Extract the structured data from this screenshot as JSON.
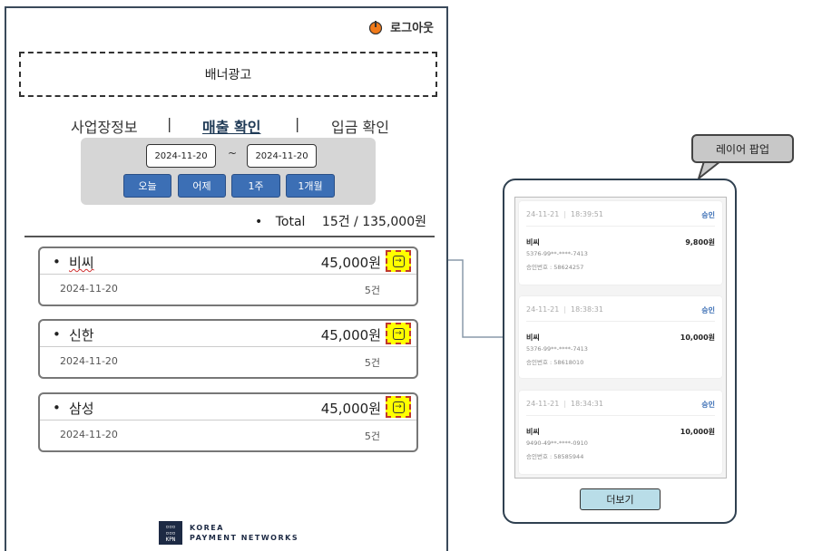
{
  "header": {
    "logout_label": "로그아웃"
  },
  "banner": {
    "label": "배너광고"
  },
  "tabs": [
    {
      "label": "사업장정보"
    },
    {
      "label": "매출 확인"
    },
    {
      "label": "입금 확인"
    }
  ],
  "tab_separator": "|",
  "date_filter": {
    "start": "2024-11-20",
    "tilde": "~",
    "end": "2024-11-20"
  },
  "period_buttons": [
    "오늘",
    "어제",
    "1주",
    "1개월"
  ],
  "summary": {
    "bullet": "•",
    "label": "Total",
    "value": "15건 / 135,000원"
  },
  "cards": [
    {
      "bullet": "•",
      "name": "비씨",
      "amount": "45,000원",
      "date": "2024-11-20",
      "count": "5건"
    },
    {
      "bullet": "•",
      "name": "신한",
      "amount": "45,000원",
      "date": "2024-11-20",
      "count": "5건"
    },
    {
      "bullet": "•",
      "name": "삼성",
      "amount": "45,000원",
      "date": "2024-11-20",
      "count": "5건"
    }
  ],
  "arrow_glyph": "→",
  "footer": {
    "logo_mark": [
      "▫▫▫",
      "▫▫▫",
      "KPN"
    ],
    "line1": "KOREA",
    "line2": "PAYMENT NETWORKS"
  },
  "callout": {
    "label": "레이어 팝업"
  },
  "popup": {
    "transactions": [
      {
        "date": "24-11-21",
        "time": "18:39:51",
        "status": "승인",
        "merchant": "비씨",
        "amount": "9,800원",
        "card_no": "5376-99**-****-7413",
        "approval": "승인번호 : 58624257"
      },
      {
        "date": "24-11-21",
        "time": "18:38:31",
        "status": "승인",
        "merchant": "비씨",
        "amount": "10,000원",
        "card_no": "5376-99**-****-7413",
        "approval": "승인번호 : 58618010"
      },
      {
        "date": "24-11-21",
        "time": "18:34:31",
        "status": "승인",
        "merchant": "비씨",
        "amount": "10,000원",
        "card_no": "9490-49**-****-0910",
        "approval": "승인번호 : 58585944"
      }
    ],
    "more_label": "더보기"
  },
  "colors": {
    "accent": "#3c6fb5",
    "highlight": "#ffff00",
    "highlight_border": "#c0392b",
    "more_button": "#b9dde8",
    "callout": "#c8c8c8"
  }
}
